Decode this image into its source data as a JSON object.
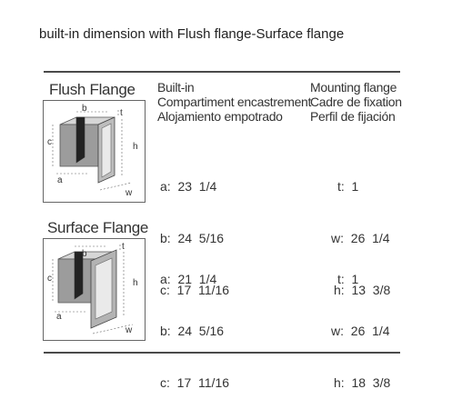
{
  "heading": "built-in dimension with Flush flange-Surface flange",
  "flush": {
    "title": "Flush Flange",
    "builtin_head": [
      "Built-in",
      "Compartiment encastrement",
      "Alojamiento empotrado"
    ],
    "mount_head": [
      "Mounting flange",
      "Cadre de fixation",
      "Perfil de fijación"
    ],
    "builtin_vals": [
      "a:  23  1/4",
      "b:  24  5/16",
      "c:  17  11/16"
    ],
    "mount_vals": [
      "t:  1",
      "w:  26  1/4",
      "h:  13  3/8"
    ],
    "diagram_labels": {
      "a": "a",
      "b": "b",
      "c": "c",
      "t": "t",
      "h": "h",
      "w": "w"
    }
  },
  "surface": {
    "title": "Surface Flange",
    "builtin_vals": [
      "a:  21  1/4",
      "b:  24  5/16",
      "c:  17  11/16"
    ],
    "mount_vals": [
      "t:  1",
      "w:  26  1/4",
      "h:  18  3/8"
    ],
    "diagram_labels": {
      "a": "a",
      "b": "b",
      "c": "c",
      "t": "t",
      "h": "h",
      "w": "w"
    }
  }
}
